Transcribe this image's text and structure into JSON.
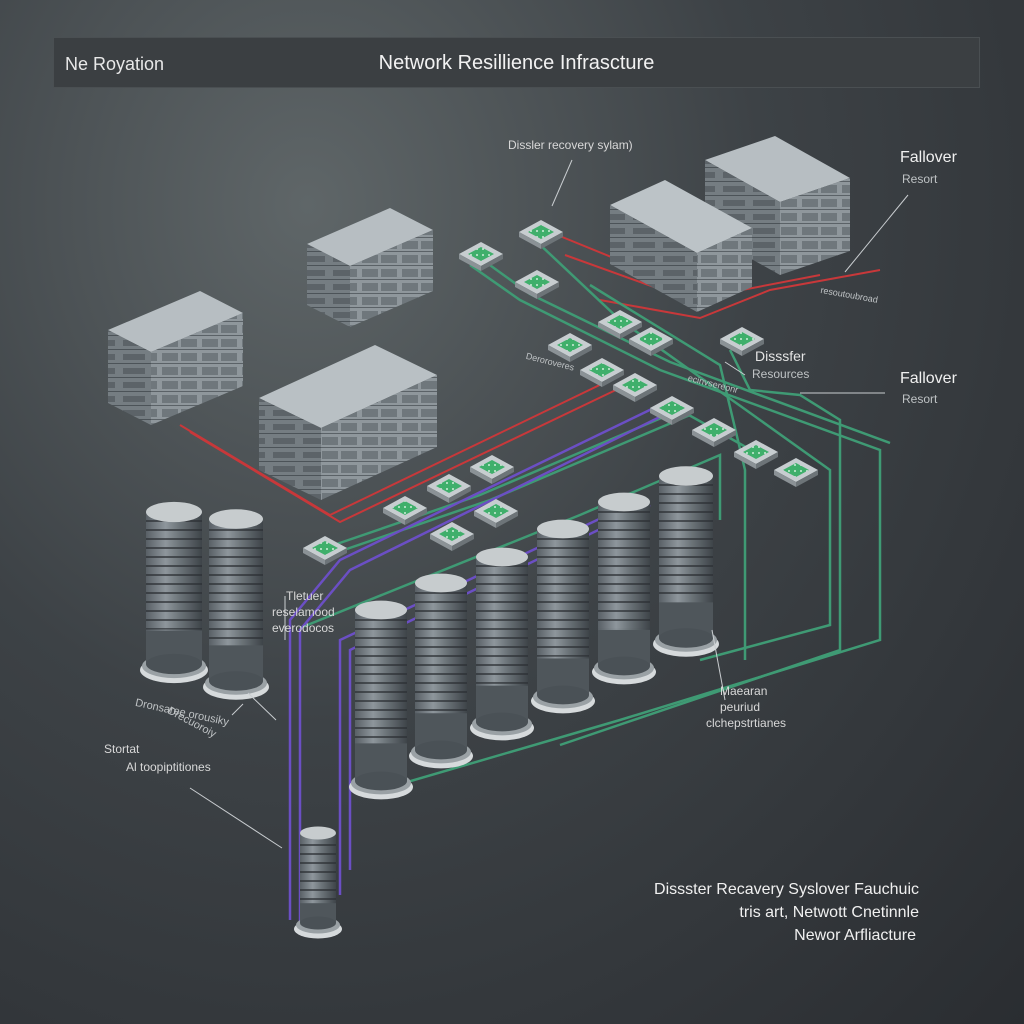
{
  "header": {
    "left_label": "Ne Royation",
    "title": "Network Resillience Infrascture"
  },
  "labels": {
    "disaster_recovery_system": "Dissler recovery sylam)",
    "failover_1": "Fallover",
    "failover_1_sub": "Resort",
    "disaster_resources_1": "Disssfer",
    "disaster_resources_2": "Resources",
    "failover_2": "Fallover",
    "failover_2_sub": "Resort",
    "tietuer_1": "Tletuer",
    "tietuer_2": "reselamood",
    "tietuer_3": "everodocos",
    "decentral_1": "Drecuoroiy",
    "decentral_2": "Dronsaree orousiky",
    "stortat_1": "Stortat",
    "stortat_2": "Al toopiptitiones",
    "maearan_1": "Maearan",
    "maearan_2": "peuriud",
    "maearan_3": "clchepstrtianes",
    "small_left": "Deroroveres",
    "small_mid": "ecinvsereonr",
    "small_right": "resoutoubroad"
  },
  "footer": {
    "line1": "Dissster Recavery Syslover Fauchuic",
    "line2": "tris art, Netwott Cnetinnle",
    "line3": "Newor Arfliacture"
  },
  "colors": {
    "red_link": "#c8383a",
    "green_link": "#3f9a74",
    "purple_link": "#6b4fc4",
    "node_green": "#3fae6a",
    "server": "#a9b0b4"
  }
}
